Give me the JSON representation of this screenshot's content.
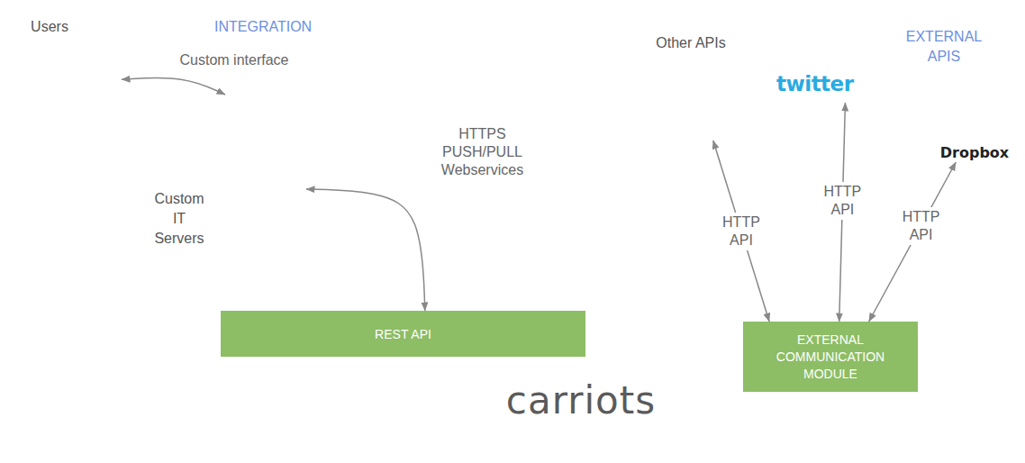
{
  "diagram": {
    "nodes": [
      {
        "text": [
          "Users"
        ]
      },
      {
        "text": [
          "Custom IT Servers"
        ]
      },
      {
        "text": [
          "carriots"
        ]
      },
      {
        "text": [
          "REST API"
        ],
        "in": 2
      },
      {
        "text": [
          "EXTERNAL COMMUNICATION MODULE"
        ],
        "in": 2
      },
      {
        "text": [
          "Other APIs"
        ]
      },
      {
        "text": [
          "twitter"
        ]
      },
      {
        "text": [
          "Dropbox"
        ]
      }
    ],
    "edges": [
      {
        "from": 0,
        "to": 1,
        "label": "Custom interface",
        "arrow": "both"
      },
      {
        "from": 1,
        "to": 3,
        "label": "HTTPS PUSH/PULL Webservices",
        "arrow": "both"
      },
      {
        "from": 4,
        "to": 5,
        "label": "HTTP API",
        "arrow": "both"
      },
      {
        "from": 4,
        "to": 6,
        "label": "HTTP API",
        "arrow": "both"
      },
      {
        "from": 4,
        "to": 7,
        "label": "HTTP API",
        "arrow": "both"
      }
    ],
    "labels": [
      "INTEGRATION",
      "EXTERNAL APIS"
    ]
  }
}
